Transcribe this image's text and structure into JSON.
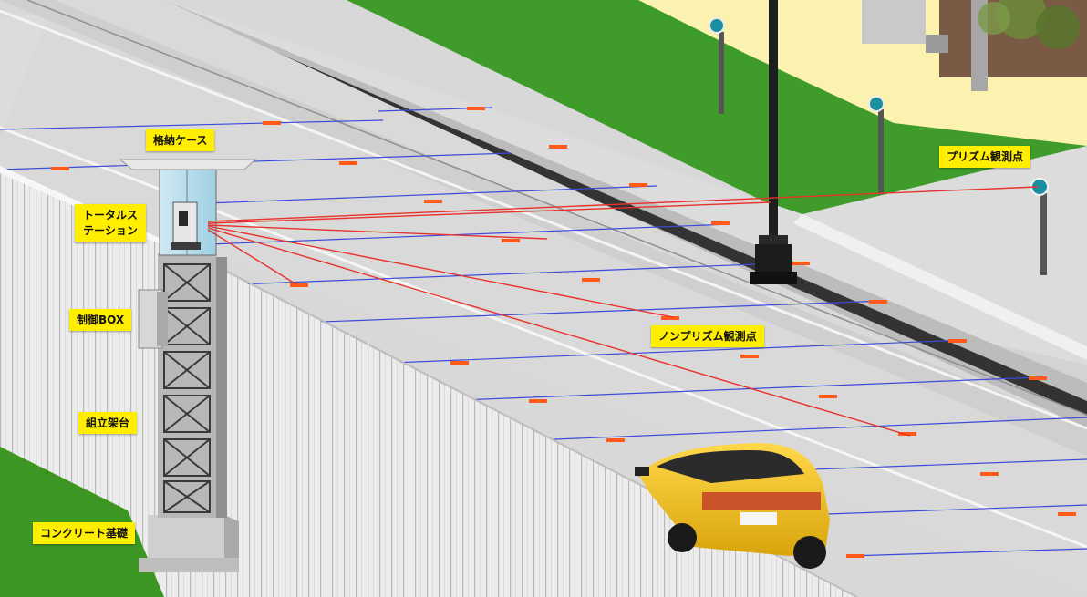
{
  "labels": {
    "storage_case": "格納ケース",
    "total_station_line1": "トータルス",
    "total_station_line2": "テーション",
    "control_box": "制御BOX",
    "assembly_frame": "組立架台",
    "concrete_foundation": "コンクリート基礎",
    "prism_point": "プリズム観測点",
    "non_prism_point": "ノンプリズム観測点"
  },
  "colors": {
    "label_background": "#ffee00",
    "measurement_line": "#e8322b",
    "grid_line": "#3b4cdb",
    "marker": "#ff5a1a",
    "road": "#dadada",
    "grass": "#3f9b2a",
    "wall": "#e9e9e9",
    "car": "#f2c318"
  }
}
